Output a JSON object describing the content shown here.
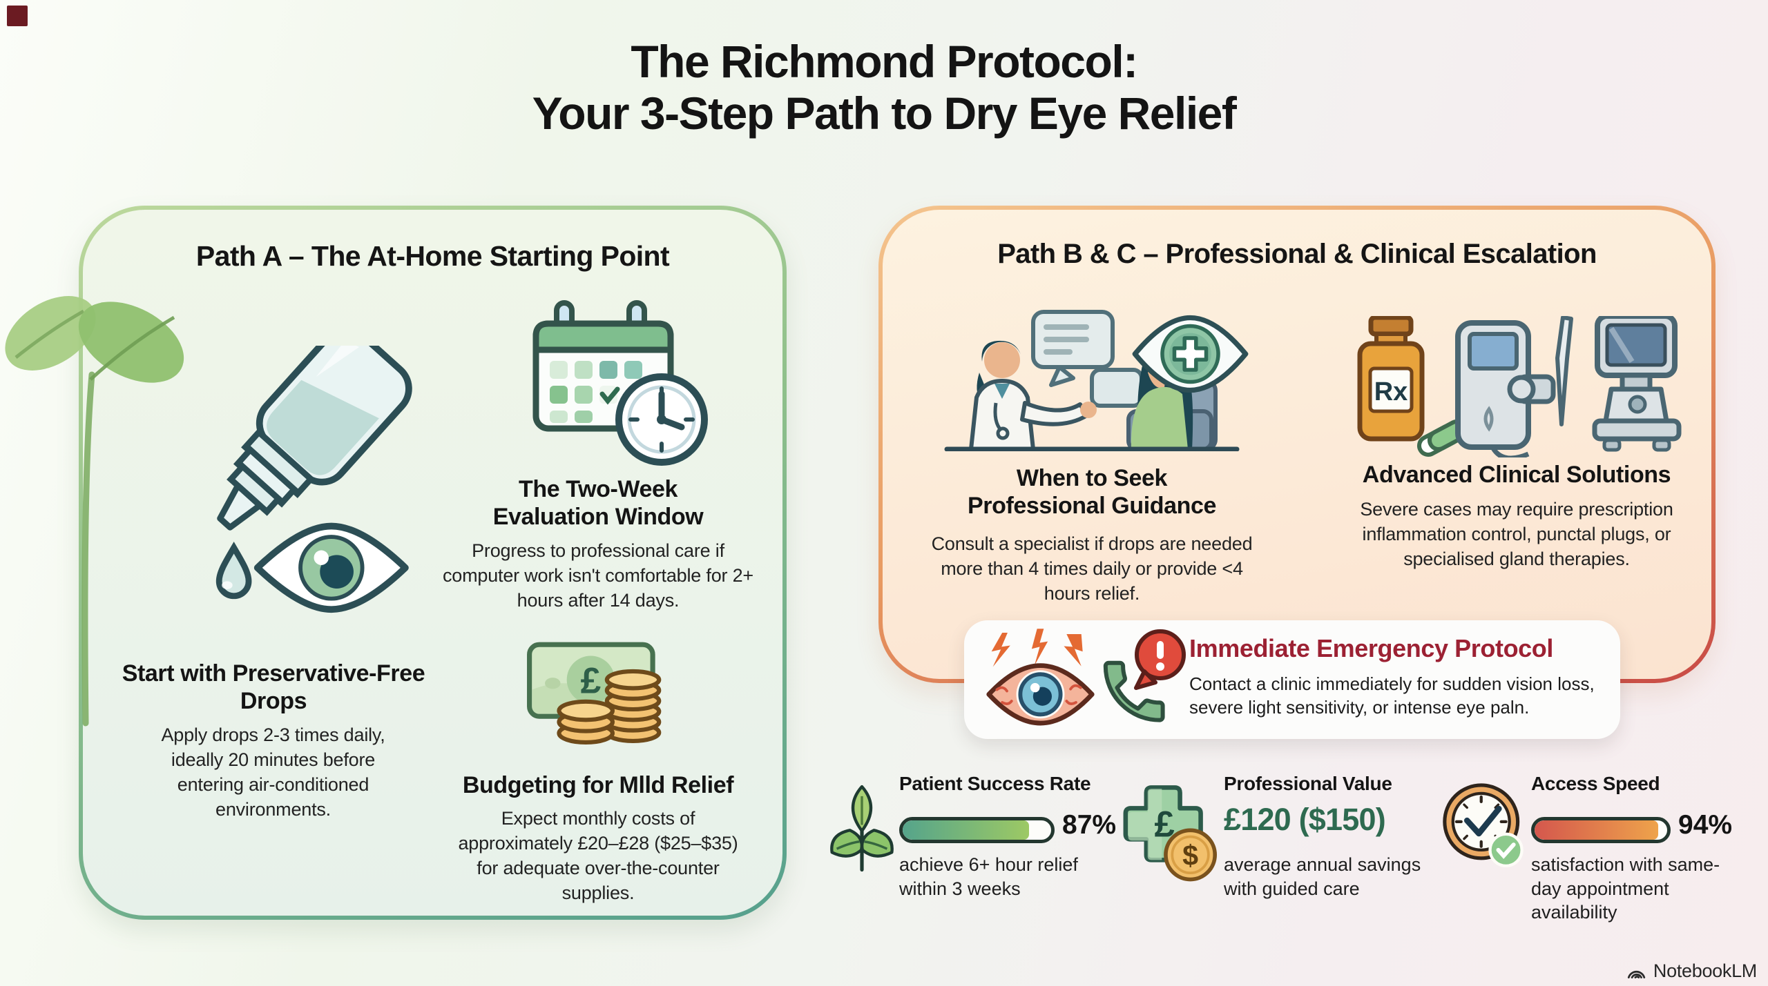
{
  "title": {
    "line1": "The Richmond Protocol:",
    "line2": "Your 3-Step Path to Dry Eye Relief"
  },
  "path_a": {
    "header": "Path A – The At-Home Starting Point",
    "cards": [
      {
        "icon": "eye-drop-bottle-icon",
        "title": "Start with Preservative-Free Drops",
        "body": "Apply drops 2-3 times daily, ideally 20 minutes before entering air-conditioned environments."
      },
      {
        "icon": "calendar-clock-icon",
        "title": "The Two-Week Evaluation Window",
        "body": "Progress to professional care if computer work isn't comfortable for 2+ hours after 14 days."
      },
      {
        "icon": "banknote-coins-icon",
        "title": "Budgeting for Mlld Relief",
        "body": "Expect monthly costs of approximately £20–£28 ($25–$35) for adequate over-the-counter supplies."
      }
    ]
  },
  "path_bc": {
    "header": "Path B & C – Professional & Clinical Escalation",
    "cards": [
      {
        "icon": "doctor-consultation-icon",
        "title": "When to Seek Professional Guidance",
        "body": "Consult a specialist if drops are needed more than 4 times daily or provide <4 hours relief."
      },
      {
        "icon": "clinical-devices-icon",
        "title": "Advanced Clinical Solutions",
        "body": "Severe cases may require prescription inflammation control, punctal plugs, or specialised gland therapies."
      }
    ]
  },
  "emergency": {
    "eye_icon": "irritated-eye-icon",
    "phone_icon": "emergency-phone-icon",
    "title": "Immediate Emergency Protocol",
    "body": "Contact a clinic immediately for sudden vision loss, severe light sensitivity, or intense eye paln."
  },
  "stats": [
    {
      "icon": "sprout-icon",
      "label": "Patient Success Rate",
      "value": "87%",
      "percent": 85,
      "bar_colors": [
        "#55a48b",
        "#9dc964"
      ],
      "caption": "achieve 6+ hour relief within 3 weeks"
    },
    {
      "icon": "medical-cross-currency-icon",
      "label": "Professional Value",
      "value": "£120 ($150)",
      "caption": "average annual savings with guided care"
    },
    {
      "icon": "clock-check-icon",
      "label": "Access Speed",
      "value": "94%",
      "percent": 93,
      "bar_colors": [
        "#d4574d",
        "#eea34b"
      ],
      "caption": "satisfaction with same-day appointment availability"
    }
  ],
  "footer": {
    "brand": "NotebookLM"
  },
  "colors": {
    "path_a_fill": "#eef4e8",
    "path_a_border_top": "#b2d394",
    "path_a_border_bottom": "#569f8d",
    "path_bc_fill": "#fdeedd",
    "path_bc_border_top": "#f2bd87",
    "path_bc_border_bottom": "#c84a45",
    "emergency_title": "#9c2133",
    "value_green": "#2e6a50"
  }
}
